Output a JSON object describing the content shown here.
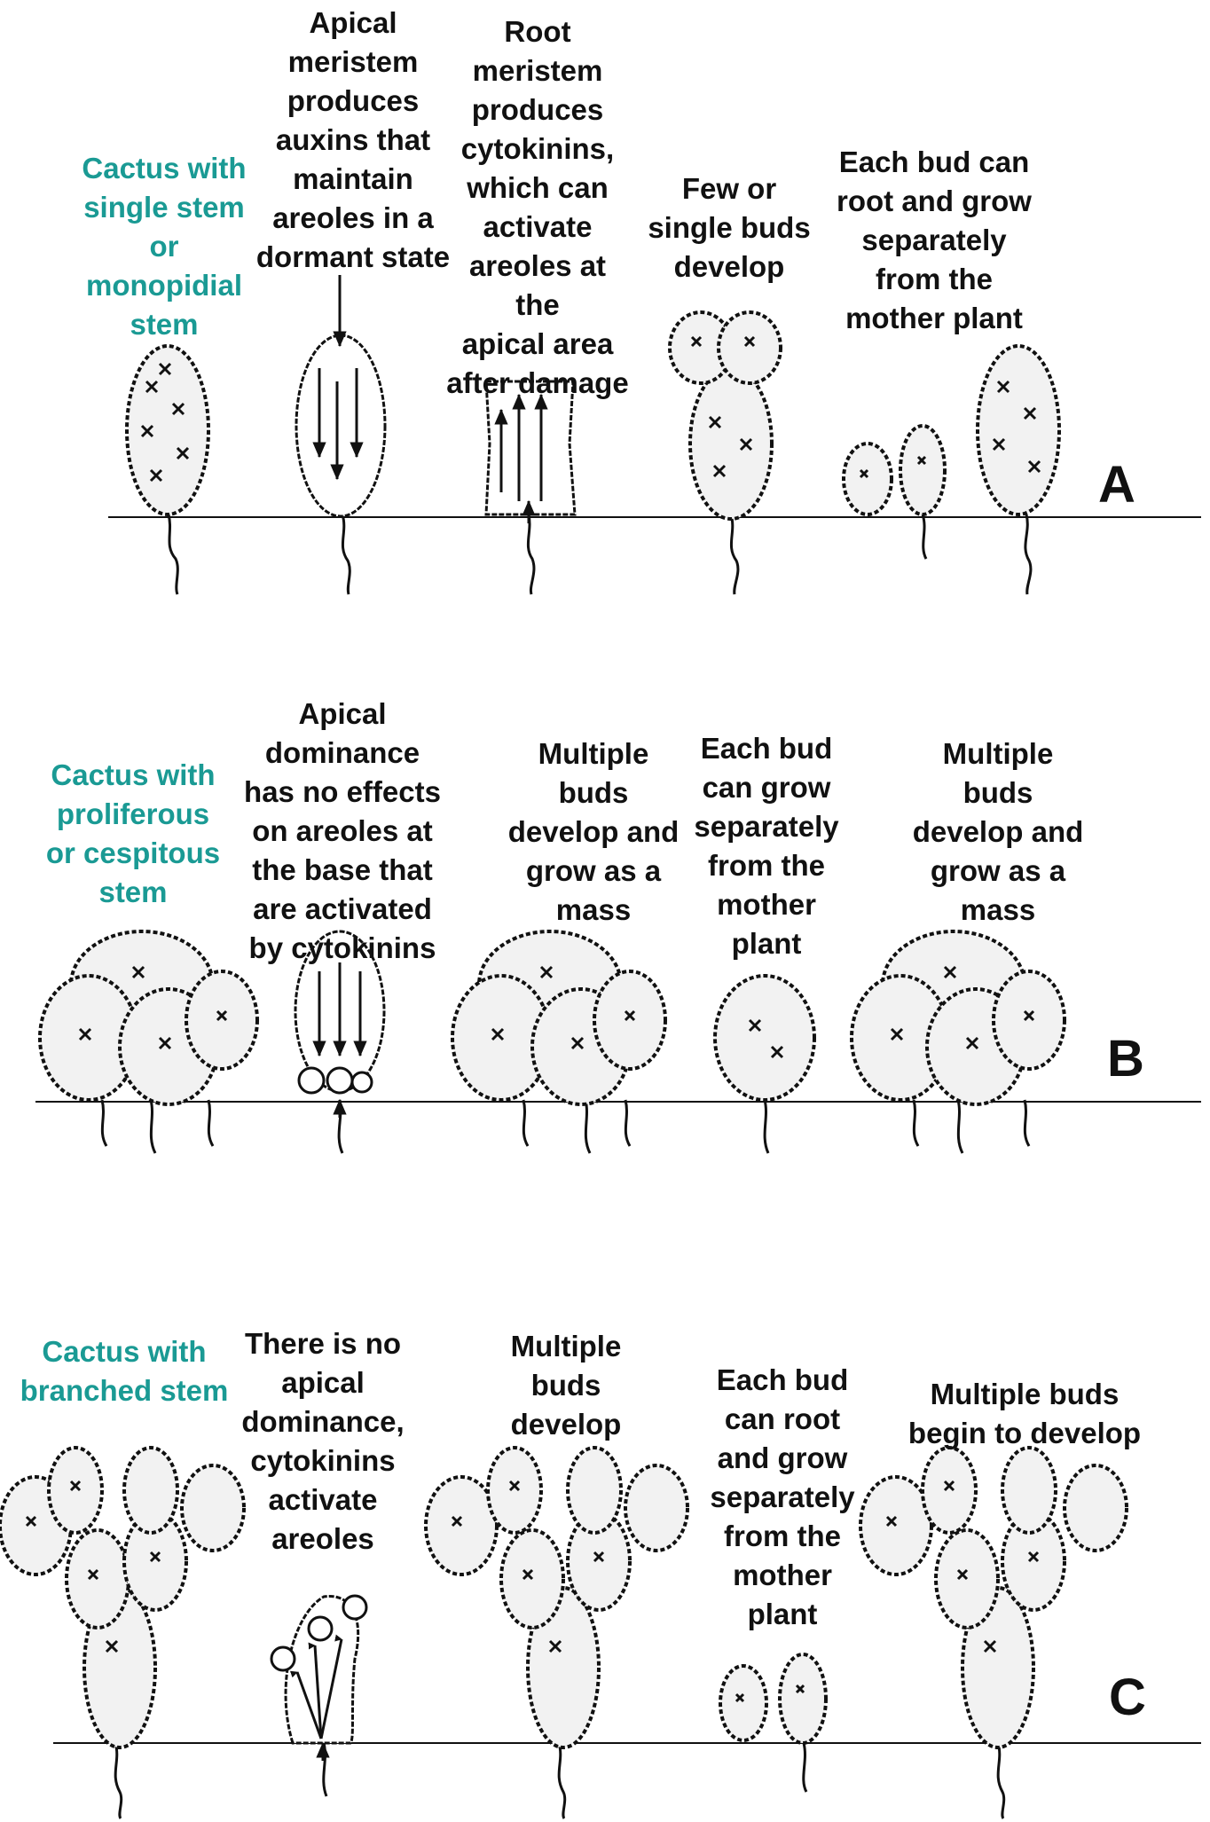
{
  "colors": {
    "title": "#1a9a94",
    "text": "#111111",
    "plant_fill": "#f4f4f4",
    "ink": "#111111"
  },
  "panels": [
    {
      "letter": "A",
      "title": "Cactus with\nsingle stem\nor\nmonopidial\nstem",
      "labels": [
        "Apical\nmeristem\nproduces\nauxins that\nmaintain\nareoles in a\ndormant state",
        "Root\nmeristem\nproduces\ncytokinins,\nwhich can\nactivate\nareoles at the\napical area\nafter damage",
        "Few or\nsingle buds\ndevelop",
        "Each bud can\nroot and grow\nseparately\nfrom the\nmother plant"
      ]
    },
    {
      "letter": "B",
      "title": "Cactus with\nproliferous\nor cespitous\nstem",
      "labels": [
        "Apical\ndominance\nhas no effects\non areoles at\nthe base that\nare activated\nby cytokinins",
        "Multiple\nbuds\ndevelop and\ngrow as a\nmass",
        "Each bud\ncan grow\nseparately\nfrom the\nmother\nplant",
        "Multiple\nbuds\ndevelop and\ngrow as a\nmass"
      ]
    },
    {
      "letter": "C",
      "title": "Cactus with\nbranched stem",
      "labels": [
        "There is no\napical\ndominance,\ncytokinins\nactivate\nareoles",
        "Multiple\nbuds\ndevelop",
        "Each bud\ncan root\nand grow\nseparately\nfrom the\nmother\nplant",
        "Multiple buds\nbegin to develop"
      ]
    }
  ]
}
